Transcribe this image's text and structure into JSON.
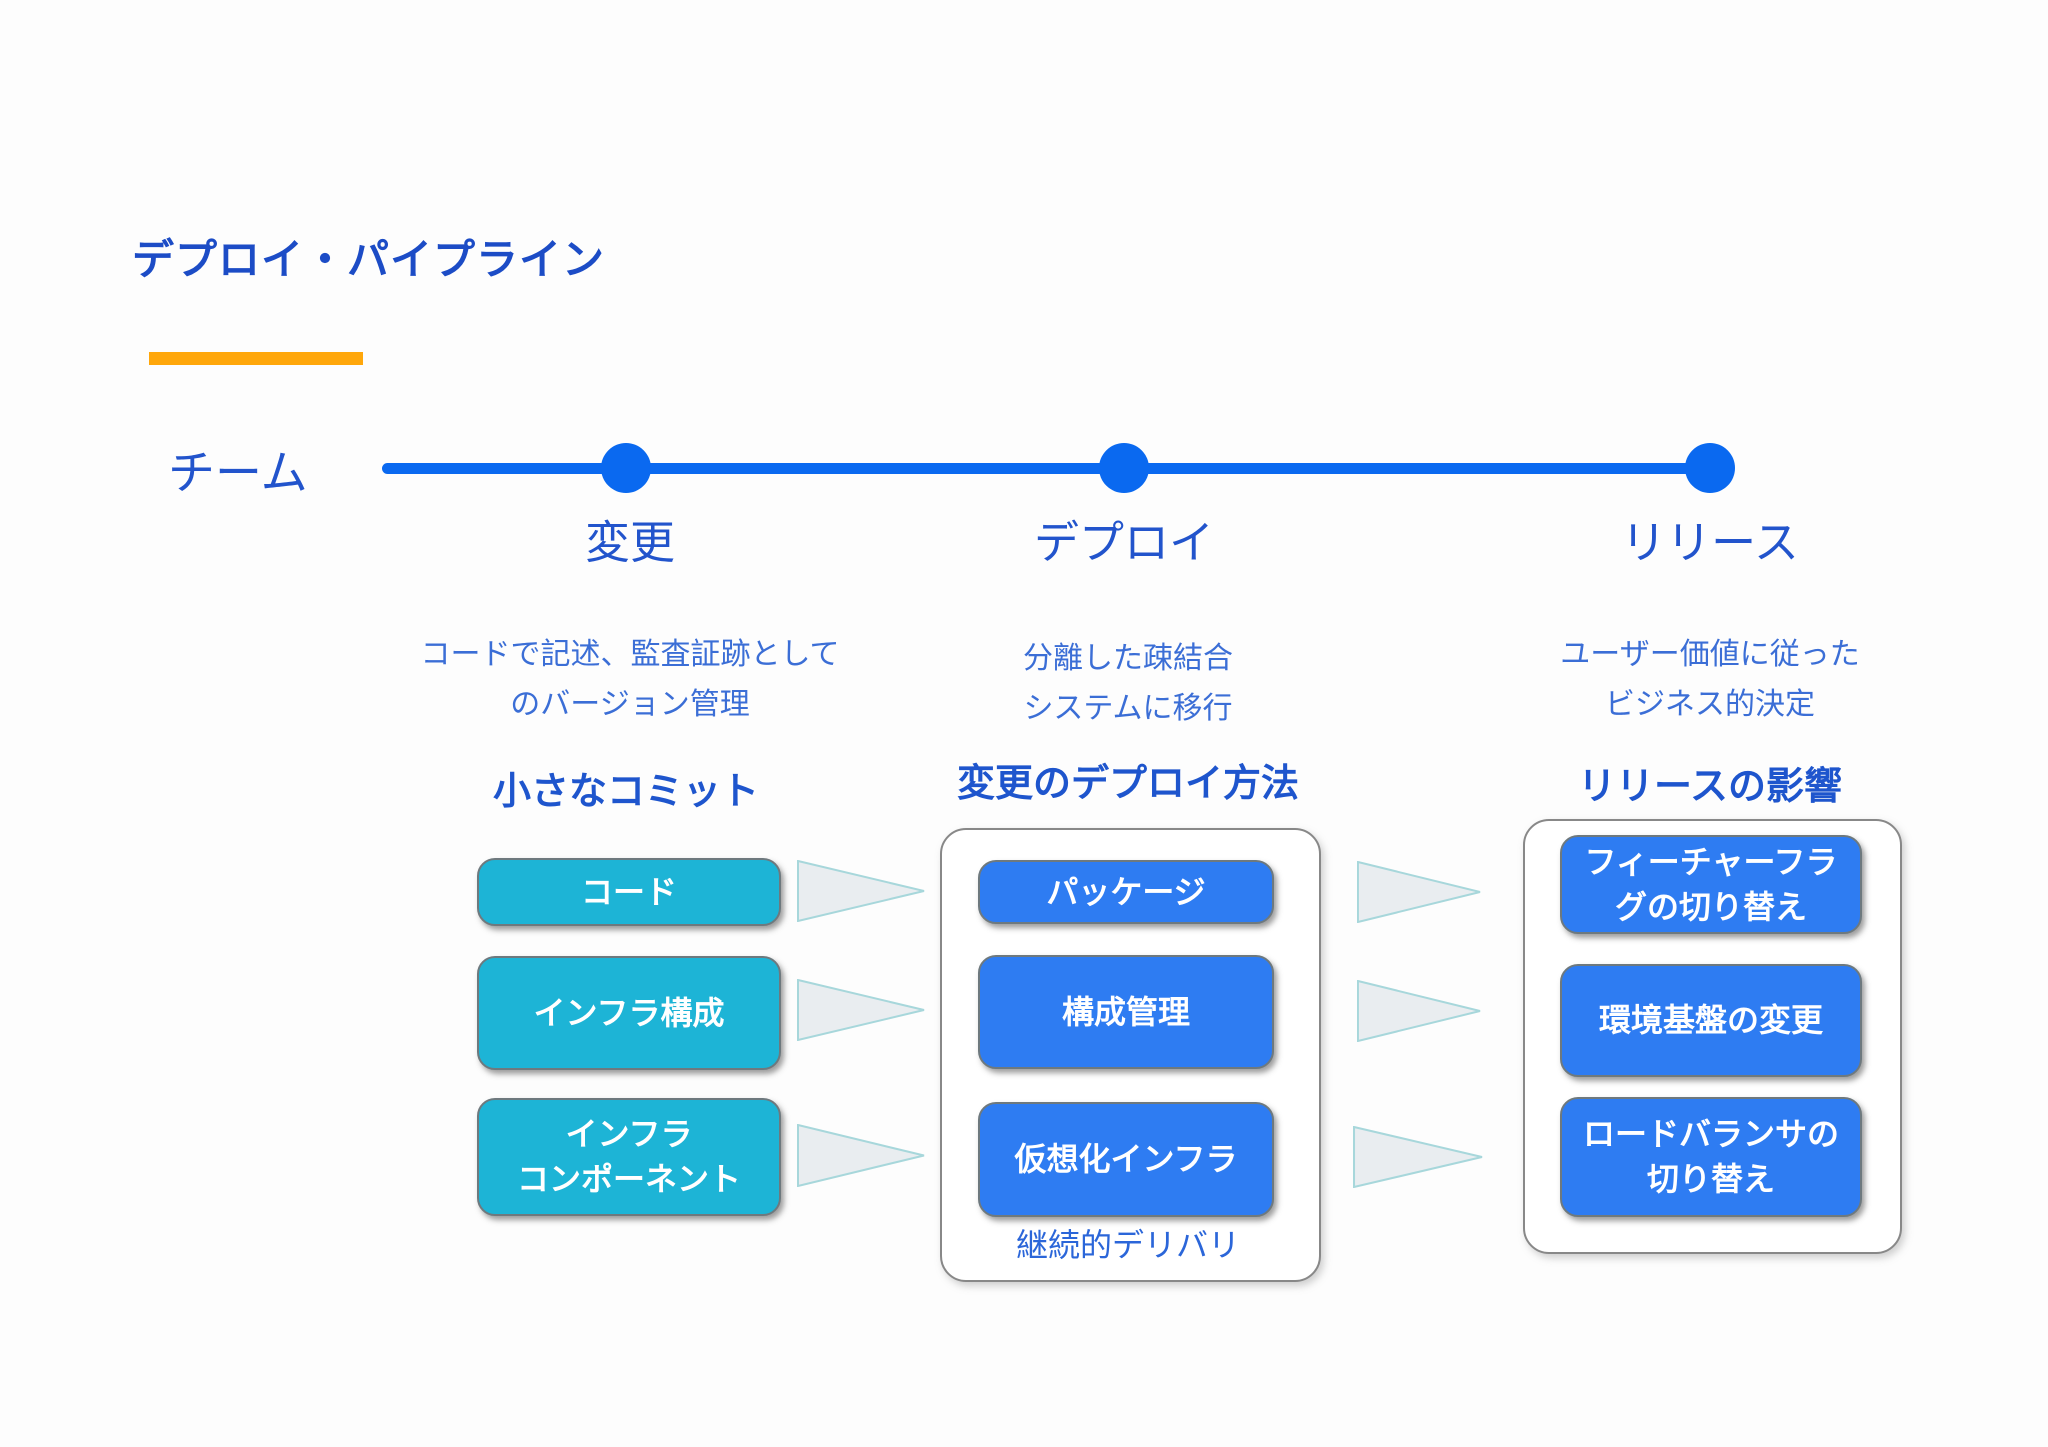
{
  "title": "デプロイ・パイプライン",
  "timeline": {
    "label": "チーム",
    "stages": [
      {
        "label": "変更"
      },
      {
        "label": "デプロイ"
      },
      {
        "label": "リリース"
      }
    ]
  },
  "columns": [
    {
      "description": [
        "コードで記述、監査証跡として",
        "のバージョン管理"
      ],
      "heading": "小さなコミット",
      "boxes": [
        {
          "lines": [
            "コード"
          ]
        },
        {
          "lines": [
            "インフラ構成"
          ]
        },
        {
          "lines": [
            "インフラ",
            "コンポーネント"
          ]
        }
      ]
    },
    {
      "description": [
        "分離した疎結合",
        "システムに移行"
      ],
      "heading": "変更のデプロイ方法",
      "boxes": [
        {
          "lines": [
            "パッケージ"
          ]
        },
        {
          "lines": [
            "構成管理"
          ]
        },
        {
          "lines": [
            "仮想化インフラ"
          ]
        }
      ],
      "caption": "継続的デリバリ"
    },
    {
      "description": [
        "ユーザー価値に従った",
        "ビジネス的決定"
      ],
      "heading": "リリースの影響",
      "boxes": [
        {
          "lines": [
            "フィーチャーフラ",
            "グの切り替え"
          ]
        },
        {
          "lines": [
            "環境基盤の変更"
          ]
        },
        {
          "lines": [
            "ロードバランサの",
            "切り替え"
          ]
        }
      ]
    }
  ],
  "colors": {
    "title-blue": "#1c4cc6",
    "label-blue": "#2254cc",
    "desc-blue": "#3b6ed6",
    "heading-blue": "#1e55cd",
    "line-blue": "#0a69f0",
    "accent-orange": "#ffa70b",
    "cyan-box": "#1db4d6",
    "blue-box": "#2e7cf2",
    "box-text": "#ffffff",
    "caption-blue": "#2b66d9",
    "arrow-fill": "#e9edf0",
    "arrow-stroke": "#a7d7db",
    "panel-border": "#888888",
    "box-border": "#6e797e"
  }
}
